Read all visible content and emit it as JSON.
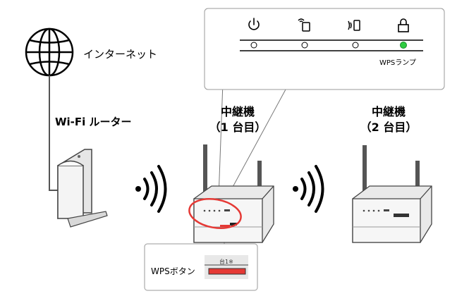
{
  "internet": {
    "label": "インターネット",
    "icon": "globe-icon"
  },
  "router": {
    "label": "Wi-Fi ルーター"
  },
  "repeaters": [
    {
      "title": "中継機",
      "subtitle": "（1 台目）"
    },
    {
      "title": "中継機",
      "subtitle": "（2 台目）"
    }
  ],
  "indicator_panel": {
    "icons": [
      "power-icon",
      "router-mode-icon",
      "wireless-signal-icon",
      "lock-icon"
    ],
    "lamps": [
      "off",
      "off",
      "off",
      "on"
    ],
    "lamp_on_color": "#2ecc40",
    "wps_lamp_label": "WPSランプ"
  },
  "wps_callout": {
    "label": "WPSボタン",
    "button_text": "台1※",
    "button_color": "#e53935"
  },
  "highlight_color": "#e53935"
}
